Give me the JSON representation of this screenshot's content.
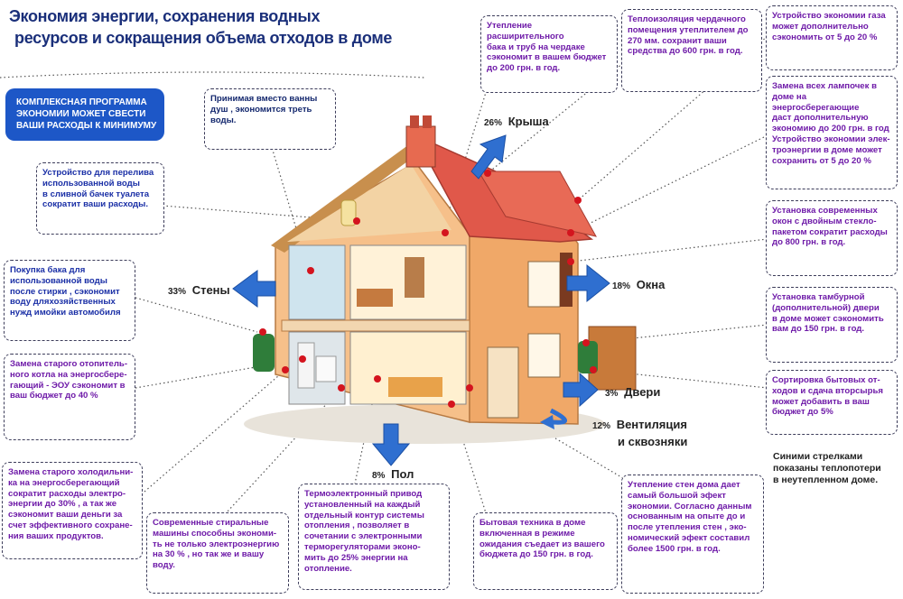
{
  "title": {
    "line1": "Экономия энергии, сохранения водных",
    "line2": "ресурсов и сокращения объема отходов в доме"
  },
  "banner": "КОМПЛЕКСНАЯ ПРОГРАММА\nЭКОНОМИИ МОЖЕТ СВЕСТИ\nВАШИ РАСХОДЫ К МИНИМУМУ",
  "boxes": {
    "shower": "Принимая вместо ванны\nдуш , экономится треть\nводы.",
    "attic_tank": "Утепление расширительного\nбака и труб на чердаке\nсэкономит в вашем бюджет\nдо 200 грн. в год.",
    "attic_insulation": "Теплоизоляция чердачного\nпомещения утеплителем до\n270 мм. сохранит ваши\nсредства до 600 грн. в год.",
    "gas": "Устройство экономии газа\nможет дополнительно\nсэкономить от 5 до 20 %",
    "lamps": "Замена всех лампочек в\nдоме на энергосберегающие\nдаст дополнительную\nэкономию до 200 грн. в год\nУстройство экономии элек-\nтроэнергии в доме может\nсохранить от 5 до 20 %",
    "toilet": "Устройство для перелива\nиспользованной воды\nв сливной бачек туалета\nсократит  ваши расходы.",
    "windows": "Установка современных\nокон с двойным стекло-\nпакетом сократит расходы\nдо 800 грн. в год.",
    "tank": "Покупка бака для\nиспользованной воды\nпосле стирки , сэкономит\n воду дляхозяйственных\nнужд имойки автомобиля",
    "door": "Установка тамбурной\n(дополнительной) двери\nв доме может сэкономить\nвам до 150 грн. в год.",
    "boiler": "Замена старого отопитель-\nного котла на энергосбере-\nгающий - ЭОУ сэкономит в\nваш бюджет до 40 %",
    "waste": "Сортировка бытовых от-\nходов и сдача вторсырья\nможет добавить в ваш\nбюджет до 5%",
    "fridge": "Замена старого холодильни-\nка на энергосберегающий\nсократит расходы электро-\nэнергии до 30% , а так же\nсэкономит ваши деньги за\nсчет эффективного сохране-\nния ваших продуктов.",
    "washer": "Современные стиральные\nмашины способны экономи-\nть не только электроэнергию\nна 30 % , но так же и вашу\nводу.",
    "thermo": "Термоэлектронный привод\nустановленный на  каждый\nотдельный контур  системы\nотопления , позволяет в\nсочетании с электронными\nтерморегуляторами эконо-\nмить до 25% энергии на\nотопление.",
    "appliances": "Бытовая техника в доме\nвключенная в режиме\nожидания съедает из вашего\nбюджета до 150 грн. в год.",
    "walls_insulation": "Утепление стен дома  дает\nсамый большой эфект\nэкономии. Согласно данным\nоснованным на опыте до и\nпосле утепления стен , эко-\nномический эфект составил\nболее 1500 грн. в год."
  },
  "losses": {
    "roof": {
      "pct": "26%",
      "name": "Крыша"
    },
    "walls": {
      "pct": "33%",
      "name": "Стены"
    },
    "windows": {
      "pct": "18%",
      "name": "Окна"
    },
    "doors": {
      "pct": "3%",
      "name": "Двери"
    },
    "vent": {
      "pct": "12%",
      "name": "Вентиляция",
      "name2": "и сквозняки"
    },
    "floor": {
      "pct": "8%",
      "name": "Пол"
    }
  },
  "note": "Синими стрелками\nпоказаны теплопотери\nв неутепленном доме.",
  "colors": {
    "title": "#1a2f7a",
    "banner": "#1d57c7",
    "arrow": "#2f6fd0",
    "roof": "#e0584a",
    "wall": "#f3b77b",
    "dot": "#d4141e"
  }
}
